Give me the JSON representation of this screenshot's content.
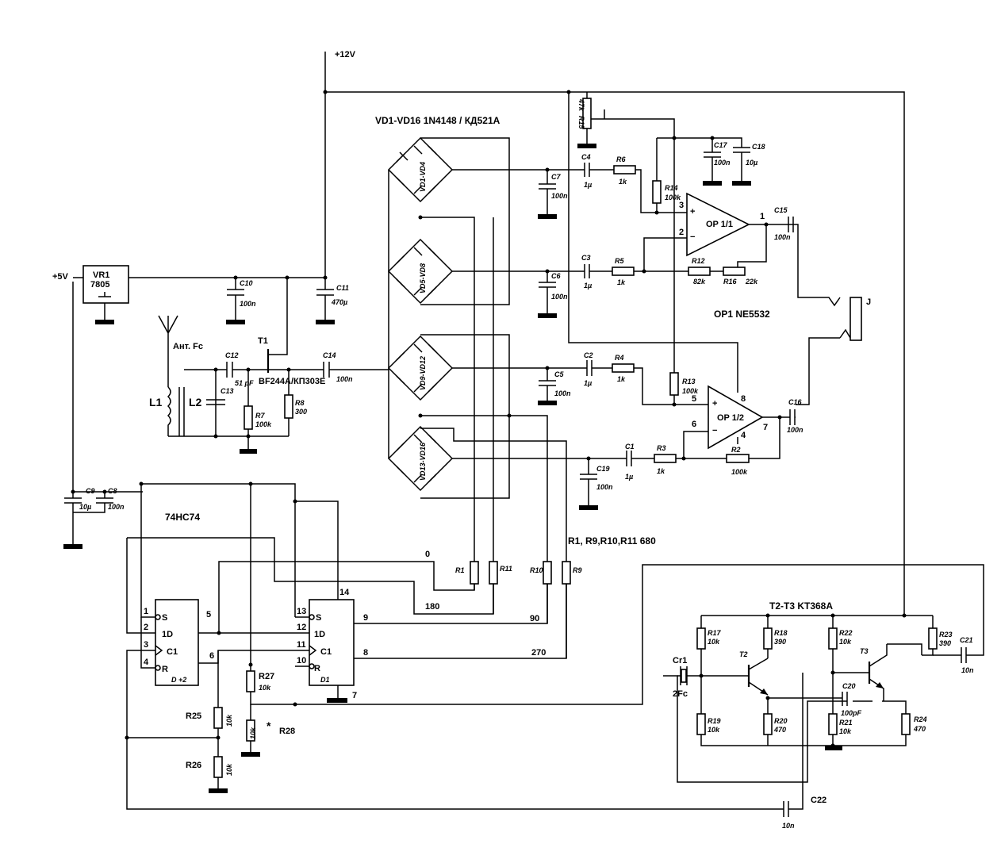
{
  "supply": {
    "v12": "+12V",
    "v5": "+5V"
  },
  "regulator": {
    "name": "VR1",
    "part": "7805"
  },
  "diodes": {
    "note": "VD1-VD16 1N4148 / КД521А",
    "bridges": [
      "VD1-VD4",
      "VD5-VD8",
      "VD9-VD12",
      "VD13-VD16"
    ]
  },
  "opamp": {
    "note": "OP1 NE5532",
    "u1": "OP 1/1",
    "u2": "OP 1/2"
  },
  "jack": "J",
  "antenna": "Ант. Fc",
  "coils": {
    "l1": "L1",
    "l2": "L2"
  },
  "fet": {
    "name": "T1",
    "part": "BF244A/КП303Е"
  },
  "logic": {
    "name": "74HC74",
    "u1": "D +2",
    "u2": "D1"
  },
  "resistor_note": "R1, R9,R10,R11 680",
  "transistor_note": "T2-T3 KT368A",
  "phases": [
    "0",
    "180",
    "90",
    "270"
  ],
  "asterisk": "*",
  "resistors": {
    "R1": {
      "name": "R1",
      "value": ""
    },
    "R2": {
      "name": "R2",
      "value": "100k"
    },
    "R3": {
      "name": "R3",
      "value": "1k"
    },
    "R4": {
      "name": "R4",
      "value": "1k"
    },
    "R5": {
      "name": "R5",
      "value": "1k"
    },
    "R6": {
      "name": "R6",
      "value": "1k"
    },
    "R7": {
      "name": "R7",
      "value": "100k"
    },
    "R8": {
      "name": "R8",
      "value": "300"
    },
    "R9": {
      "name": "R9",
      "value": ""
    },
    "R10": {
      "name": "R10",
      "value": ""
    },
    "R11": {
      "name": "R11",
      "value": ""
    },
    "R12": {
      "name": "R12",
      "value": "82k"
    },
    "R13": {
      "name": "R13",
      "value": "100k"
    },
    "R14": {
      "name": "R14",
      "value": "100k"
    },
    "R15": {
      "name": "R15",
      "value": "47k"
    },
    "R16": {
      "name": "R16",
      "value": "22k"
    },
    "R17": {
      "name": "R17",
      "value": "10k"
    },
    "R18": {
      "name": "R18",
      "value": "390"
    },
    "R19": {
      "name": "R19",
      "value": "10k"
    },
    "R20": {
      "name": "R20",
      "value": "470"
    },
    "R21": {
      "name": "R21",
      "value": "10k"
    },
    "R22": {
      "name": "R22",
      "value": "10k"
    },
    "R23": {
      "name": "R23",
      "value": "390"
    },
    "R24": {
      "name": "R24",
      "value": "470"
    },
    "R25": {
      "name": "R25",
      "value": "10k"
    },
    "R26": {
      "name": "R26",
      "value": "10k"
    },
    "R27": {
      "name": "R27",
      "value": "10k"
    },
    "R28": {
      "name": "R28",
      "value": "10k"
    }
  },
  "capacitors": {
    "C1": {
      "name": "C1",
      "value": "1µ"
    },
    "C2": {
      "name": "C2",
      "value": "1µ"
    },
    "C3": {
      "name": "C3",
      "value": "1µ"
    },
    "C4": {
      "name": "C4",
      "value": "1µ"
    },
    "C5": {
      "name": "C5",
      "value": "100n"
    },
    "C6": {
      "name": "C6",
      "value": "100n"
    },
    "C7": {
      "name": "C7",
      "value": "100n"
    },
    "C8": {
      "name": "C8",
      "value": "100n"
    },
    "C9": {
      "name": "C9",
      "value": "10µ"
    },
    "C10": {
      "name": "C10",
      "value": "100n"
    },
    "C11": {
      "name": "C11",
      "value": "470µ"
    },
    "C12": {
      "name": "C12",
      "value": "51 pF"
    },
    "C13": {
      "name": "C13",
      "value": ""
    },
    "C14": {
      "name": "C14",
      "value": "100n"
    },
    "C15": {
      "name": "C15",
      "value": "100n"
    },
    "C16": {
      "name": "C16",
      "value": "100n"
    },
    "C17": {
      "name": "C17",
      "value": "100n"
    },
    "C18": {
      "name": "C18",
      "value": "10µ"
    },
    "C19": {
      "name": "C19",
      "value": "100n"
    },
    "C20": {
      "name": "C20",
      "value": "100pF"
    },
    "C21": {
      "name": "C21",
      "value": "10n"
    },
    "C22": {
      "name": "C22",
      "value": "10n"
    }
  },
  "transistors": {
    "T2": "T2",
    "T3": "T3"
  },
  "crystal": {
    "name": "Cr1",
    "value": "2Fc"
  },
  "pins": {
    "opa_in_p": "3",
    "opa_in_n": "2",
    "opa_out": "1",
    "opb_in_p": "5",
    "opb_in_n": "6",
    "opb_out": "7",
    "opb_vcc": "8",
    "opb_gnd": "4",
    "ff1": [
      "1",
      "2",
      "3",
      "4",
      "5",
      "6"
    ],
    "ff2": [
      "13",
      "12",
      "11",
      "10",
      "9",
      "8"
    ],
    "vcc": "14",
    "gnd": "7"
  },
  "ff_labels": {
    "s": "S",
    "d": "1D",
    "c": "C1",
    "r": "R"
  }
}
